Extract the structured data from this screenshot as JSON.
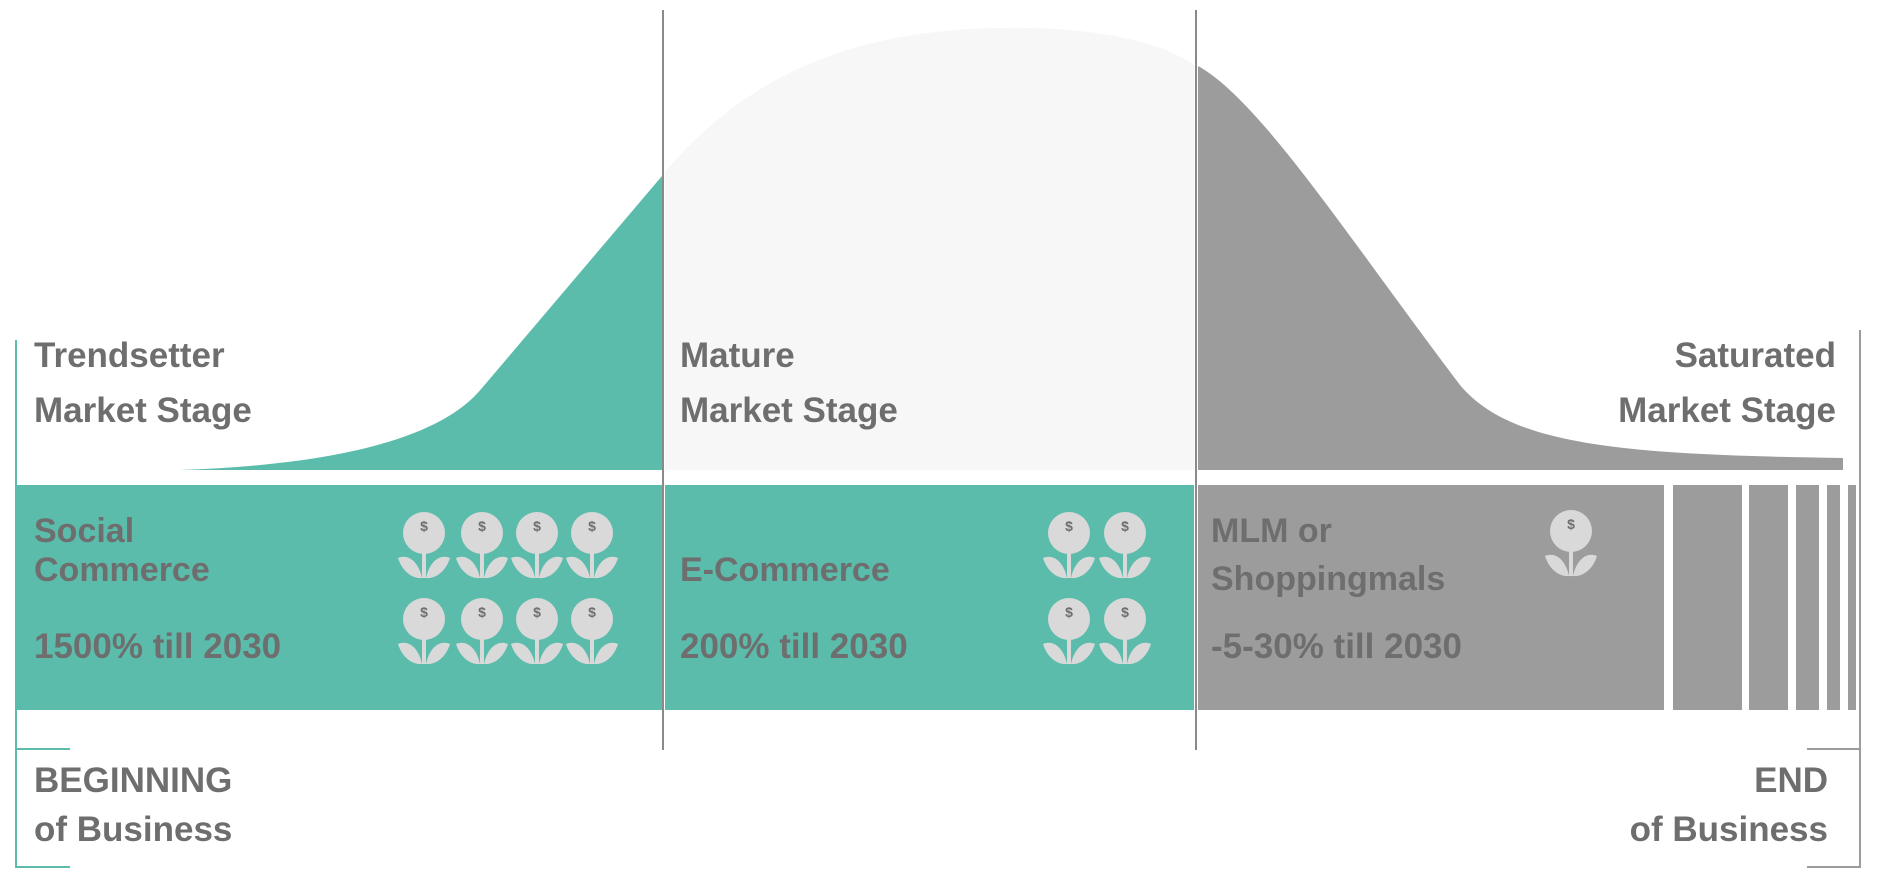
{
  "stages": [
    {
      "line1": "Trendsetter",
      "line2": "Market Stage"
    },
    {
      "line1": "Mature",
      "line2": "Market Stage"
    },
    {
      "line1": "Saturated",
      "line2": "Market Stage"
    }
  ],
  "segments": [
    {
      "name_line1": "Social",
      "name_line2": "Commerce",
      "growth": "1500% till 2030",
      "icon_count": 8
    },
    {
      "name_line1": "",
      "name_line2": "E-Commerce",
      "growth": "200% till 2030",
      "icon_count": 4
    },
    {
      "name_line1": "MLM or",
      "name_line2": "Shoppingmals",
      "growth": "-5-30% till 2030",
      "icon_count": 1
    }
  ],
  "beginning": {
    "line1": "BEGINNING",
    "line2": "of Business"
  },
  "end": {
    "line1": "END",
    "line2": "of Business"
  },
  "icon": {
    "name": "money-flower-icon",
    "symbol": "$"
  },
  "colors": {
    "teal": "#5bbcab",
    "gray": "#9c9c9c",
    "light": "#f7f7f7",
    "text": "#6e6e6e",
    "icon": "#d9d9d9",
    "line": "#8a8a8a"
  }
}
